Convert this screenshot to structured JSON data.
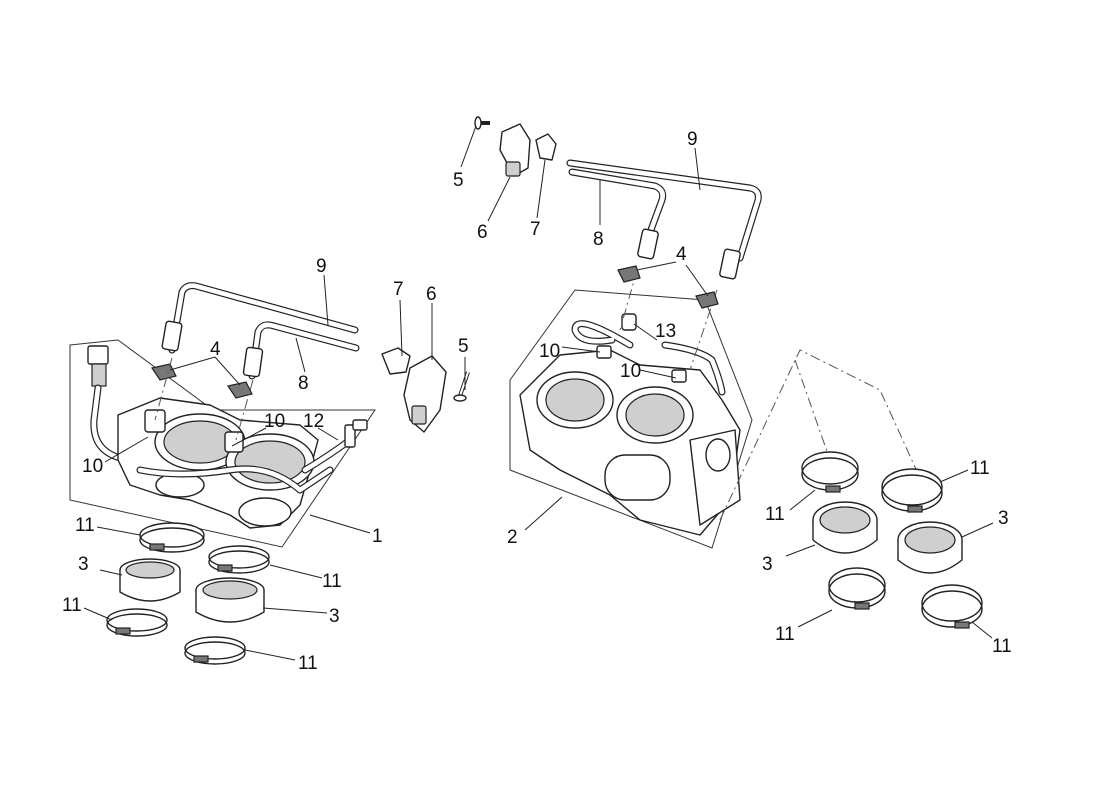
{
  "diagram": {
    "callouts": {
      "l_1": "1",
      "l_2": "2",
      "l_3a": "3",
      "l_3b": "3",
      "l_3c": "3",
      "l_3d": "3",
      "l_4a": "4",
      "l_4b": "4",
      "l_5a": "5",
      "l_5b": "5",
      "l_6a": "6",
      "l_6b": "6",
      "l_7a": "7",
      "l_7b": "7",
      "l_8a": "8",
      "l_8b": "8",
      "l_9a": "9",
      "l_9b": "9",
      "l_10a": "10",
      "l_10b": "10",
      "l_10c": "10",
      "l_10d": "10",
      "l_11a": "11",
      "l_11b": "11",
      "l_11c": "11",
      "l_11d": "11",
      "l_11e": "11",
      "l_11f": "11",
      "l_11g": "11",
      "l_11h": "11",
      "l_12": "12",
      "l_13": "13"
    }
  }
}
